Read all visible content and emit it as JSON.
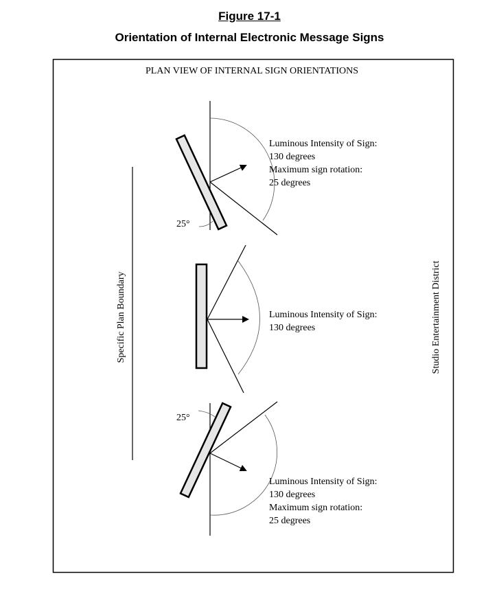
{
  "figure_number": "Figure 17-1",
  "figure_title": "Orientation of Internal Electronic Message Signs",
  "diagram": {
    "heading": "PLAN VIEW OF INTERNAL SIGN ORIENTATIONS",
    "left_label": "Specific Plan Boundary",
    "right_label": "Studio Entertainment District",
    "signs": [
      {
        "angle_label": "25°",
        "lines": [
          "Luminous Intensity of Sign:",
          "130 degrees",
          "Maximum sign rotation:",
          "25 degrees"
        ]
      },
      {
        "lines": [
          "Luminous Intensity of Sign:",
          "130 degrees"
        ]
      },
      {
        "angle_label": "25°",
        "lines": [
          "Luminous Intensity of Sign:",
          "130 degrees",
          "Maximum sign rotation:",
          "25 degrees"
        ]
      }
    ]
  }
}
